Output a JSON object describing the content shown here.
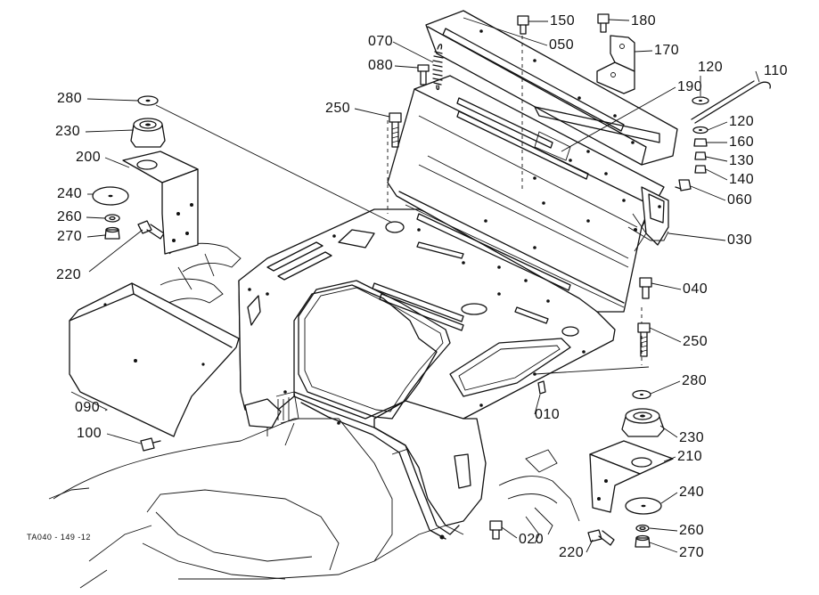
{
  "figure_code": "TA040 - 149 -12",
  "part_labels": {
    "p150": "150",
    "p180": "180",
    "p070": "070",
    "p050": "050",
    "p170": "170",
    "p080": "080",
    "p120a": "120",
    "p110": "110",
    "p280a": "280",
    "p250a": "250",
    "p190": "190",
    "p120b": "120",
    "p230a": "230",
    "p160": "160",
    "p200": "200",
    "p130": "130",
    "p140": "140",
    "p240a": "240",
    "p060": "060",
    "p260a": "260",
    "p270a": "270",
    "p030": "030",
    "p220a": "220",
    "p040": "040",
    "p250b": "250",
    "p280b": "280",
    "p090": "090",
    "p010": "010",
    "p230b": "230",
    "p100": "100",
    "p210": "210",
    "p240b": "240",
    "p260b": "260",
    "p020": "020",
    "p220b": "220",
    "p270b": "270"
  }
}
